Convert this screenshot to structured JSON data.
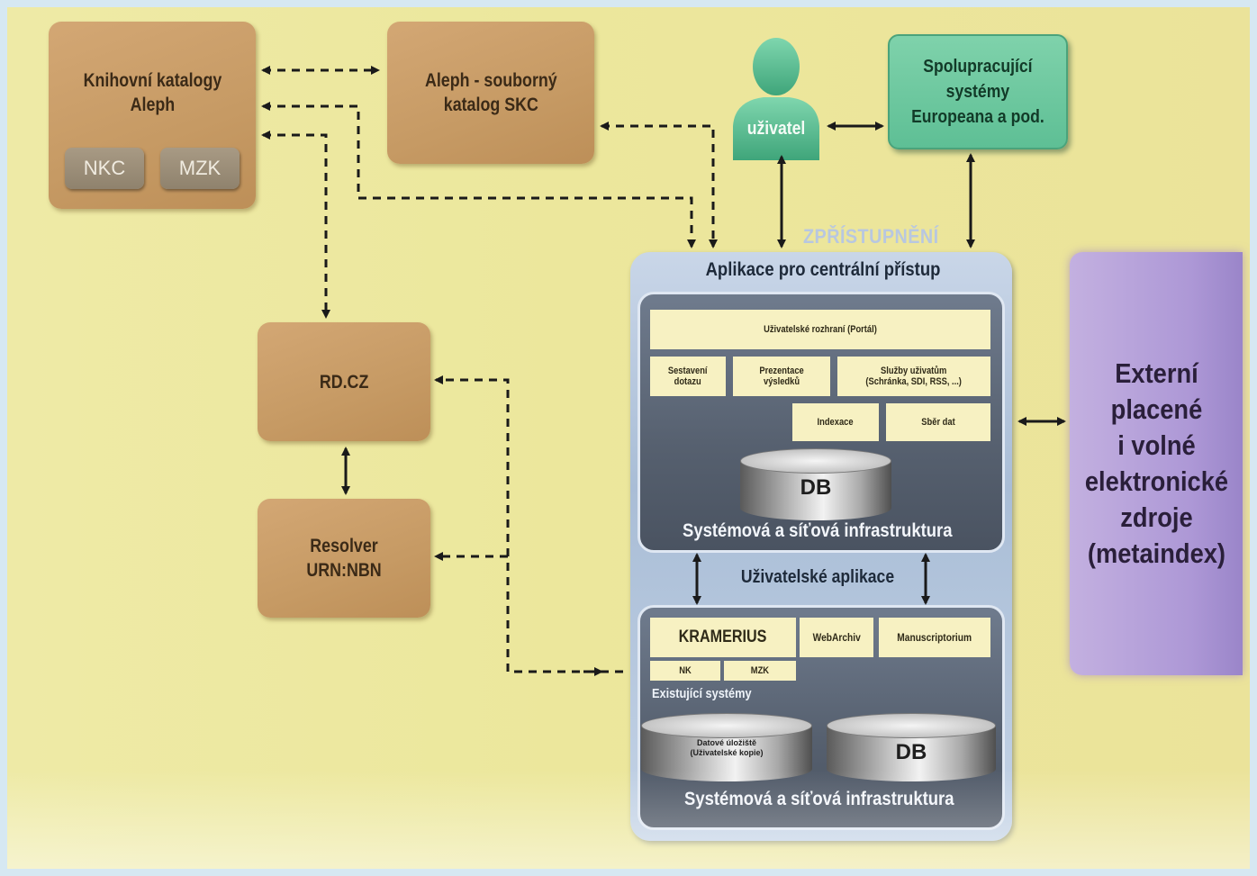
{
  "nodes": {
    "library_catalogs": "Knihovní katalogy\nAleph",
    "nkc": "NKC",
    "mzk": "MZK",
    "aleph_union": "Aleph - souborný\nkatalog SKC",
    "user": "uživatel",
    "cooperating": "Spolupracující\nsystémy\nEuropeana a pod.",
    "rdcz": "RD.CZ",
    "resolver": "Resolver\nURN:NBN",
    "external": "Externí\nplacené\ni volné\nelektronické\nzdroje\n(metaindex)"
  },
  "access_label": "ZPŘÍSTUPNĚNÍ",
  "central_app": {
    "title": "Aplikace pro centrální přístup",
    "portal": "Uživatelské rozhraní (Portál)",
    "query": "Sestavení\ndotazu",
    "results": "Prezentace\nvýsledků",
    "services": "Služby uživatům\n(Schránka, SDI, RSS, ...)",
    "indexing": "Indexace",
    "harvest": "Sběr dat",
    "db": "DB",
    "infra": "Systémová a síťová infrastruktura"
  },
  "user_apps_label": "Uživatelské aplikace",
  "existing": {
    "kramerius": "KRAMERIUS",
    "webarchiv": "WebArchiv",
    "manuscriptorium": "Manuscriptorium",
    "nk": "NK",
    "mzk": "MZK",
    "label": "Existující systémy",
    "storage": "Datové úložiště\n(Uživatelské kopie)",
    "db": "DB",
    "infra": "Systémová a síťová infrastruktura"
  },
  "colors": {
    "background": "#ece79c",
    "tan": "#c69a64",
    "green": "#5ebf95",
    "panel": "#a9bdd6",
    "purple": "#ad98d6"
  }
}
